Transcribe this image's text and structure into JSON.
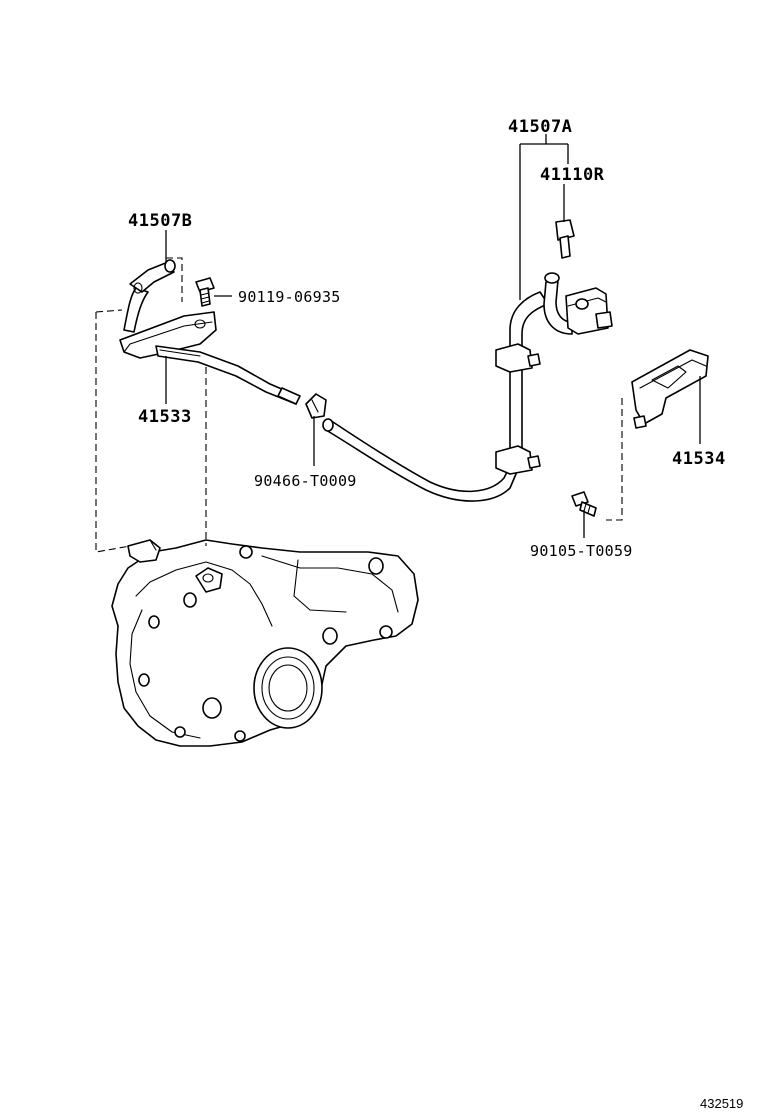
{
  "labels": {
    "hose_a": "41507A",
    "valve": "41110R",
    "hose_b": "41507B",
    "bolt_upper": "90119-06935",
    "bracket_left": "41533",
    "clamp": "90466-T0009",
    "bracket_right": "41534",
    "bolt_right": "90105-T0059"
  },
  "footer": {
    "illustration_number": "432519"
  }
}
